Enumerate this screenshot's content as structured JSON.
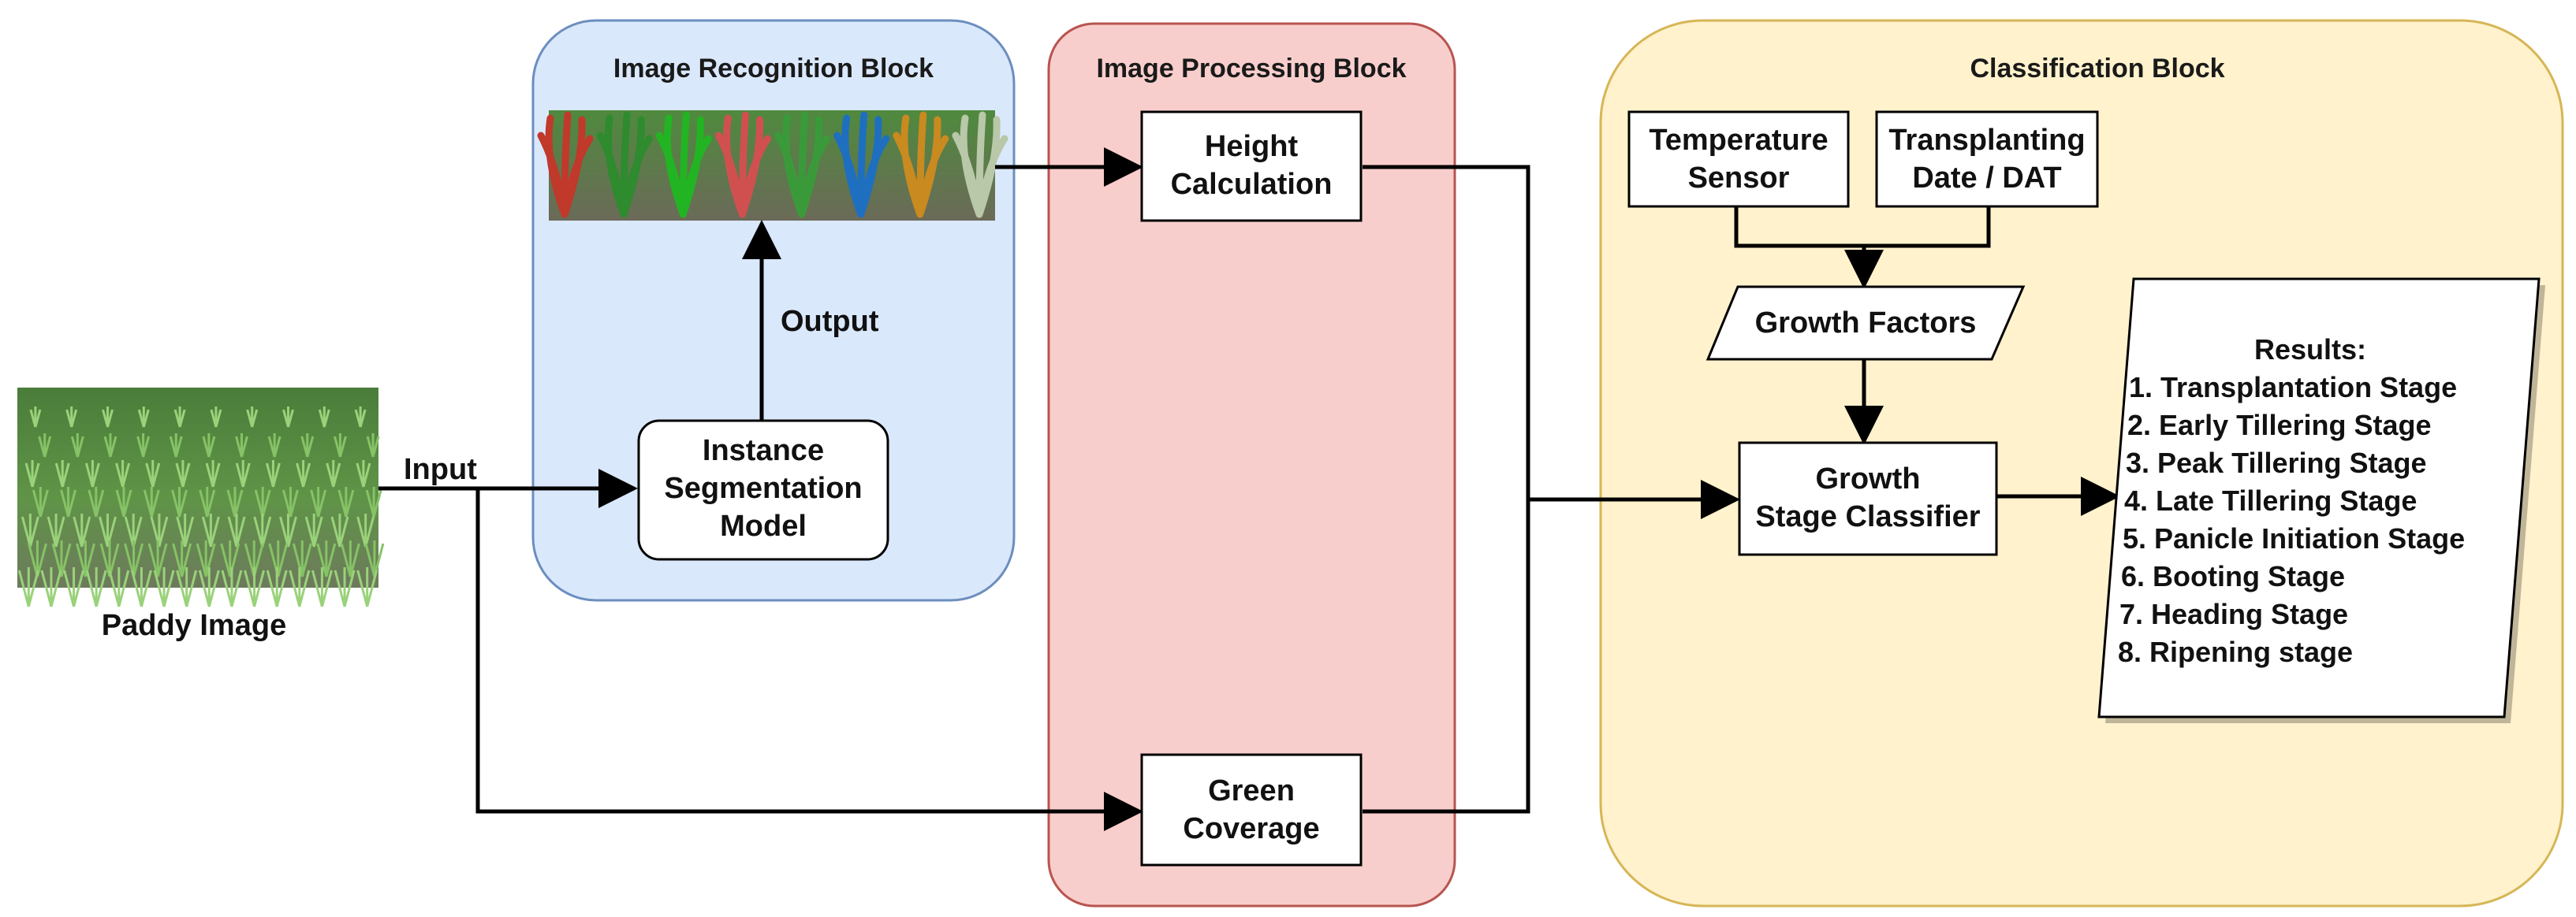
{
  "blocks": {
    "recognition": {
      "title": "Image Recognition Block",
      "fill": "#dae8fc",
      "stroke": "#6c8ebf"
    },
    "processing": {
      "title": "Image Processing Block",
      "fill": "#f8cecc",
      "stroke": "#b85450"
    },
    "classification": {
      "title": "Classification Block",
      "fill": "#fff2cc",
      "stroke": "#d6b656"
    }
  },
  "paddy_image": {
    "caption": "Paddy Image"
  },
  "nodes": {
    "segmentation": {
      "lines": [
        "Instance",
        "Segmentation",
        "Model"
      ]
    },
    "height": {
      "lines": [
        "Height",
        "Calculation"
      ]
    },
    "green": {
      "lines": [
        "Green",
        "Coverage"
      ]
    },
    "temperature": {
      "lines": [
        "Temperature",
        "Sensor"
      ]
    },
    "transplanting": {
      "lines": [
        "Transplanting",
        "Date / DAT"
      ]
    },
    "growth_factors": {
      "label": "Growth Factors"
    },
    "classifier": {
      "lines": [
        "Growth",
        "Stage Classifier"
      ]
    }
  },
  "edges": {
    "input": "Input",
    "output": "Output"
  },
  "results": {
    "title": "Results:",
    "items": [
      "1. Transplantation Stage",
      "2. Early Tillering Stage",
      "3. Peak Tillering Stage",
      "4. Late Tillering Stage",
      "5. Panicle Initiation Stage",
      "6. Booting Stage",
      "7. Heading Stage",
      "8. Ripening stage"
    ]
  },
  "segmentation_mask_colors": [
    "#c0392b",
    "#2e8b2e",
    "#22b422",
    "#d05050",
    "#3a9a3a",
    "#1e6fc0",
    "#c98a20",
    "#b8c8a8"
  ]
}
